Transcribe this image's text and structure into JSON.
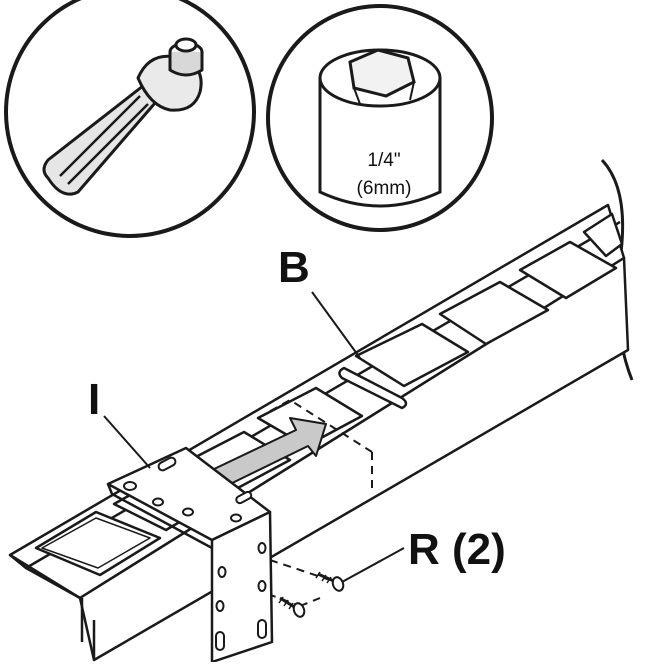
{
  "callouts": {
    "bracket": "I",
    "rail": "B",
    "screws": "R (2)"
  },
  "socket_size": {
    "imperial": "1/4\"",
    "metric": "(6mm)"
  },
  "tools": [
    "ratchet-wrench-icon",
    "hex-socket-icon"
  ],
  "colors": {
    "line": "#1a1a1a",
    "arrow_fill": "#c9c9c9",
    "background": "#ffffff"
  }
}
